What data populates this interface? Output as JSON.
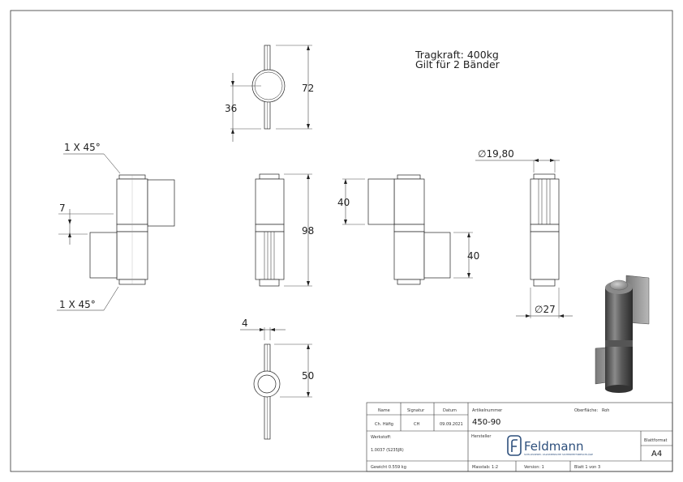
{
  "notes": {
    "load_capacity": "Tragkraft: 400kg",
    "applies_to": "Gilt für 2 Bänder"
  },
  "dimensions": {
    "top_height": "72",
    "top_center": "36",
    "chamfer_top": "1 X 45°",
    "chamfer_bottom": "1 X 45°",
    "offset": "7",
    "total_height": "98",
    "upper_leaf": "40",
    "lower_leaf": "40",
    "pin_diameter": "∅19,80",
    "barrel_diameter": "∅27",
    "bottom_thickness": "4",
    "bottom_height": "50"
  },
  "title_block": {
    "col_name": "Name",
    "col_signature": "Signatur",
    "col_date": "Datum",
    "name": "Ch. Häfig",
    "signature": "CH",
    "date": "09.09.2021",
    "article_label": "Artikelnummer",
    "article_number": "450-90",
    "surface_label": "Oberfläche:",
    "surface_value": "Roh",
    "material_label": "Werkstoff:",
    "material_value": "1.0037 (S235JR)",
    "manufacturer_label": "Hersteller",
    "brand": "Feldmann",
    "brand_tagline": "SCHLOSSEREI- VALISMENSCHE SICHERHEITSBESCHLÄGE",
    "format_label": "Blattformat",
    "format_value": "A4",
    "weight": "Gewicht 0.559 kg",
    "scale": "Masstab: 1:2",
    "version": "Version: 1",
    "sheet": "Blatt 1 von 3"
  }
}
